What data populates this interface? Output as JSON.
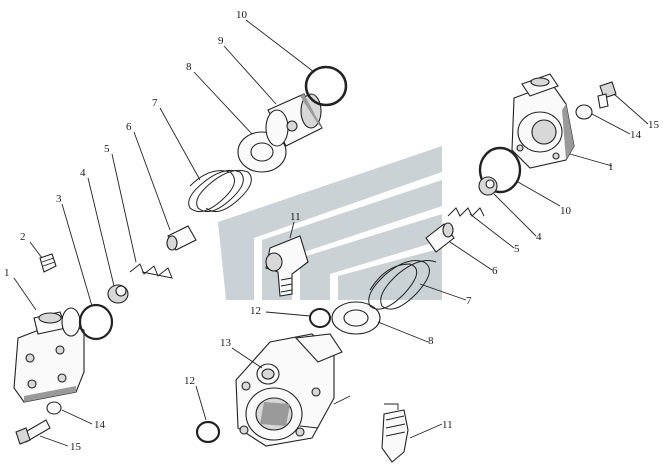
{
  "watermark": {
    "name": "logo-watermark",
    "color": "#b9c3c9"
  },
  "callouts": [
    {
      "key": "c1a",
      "text": "1"
    },
    {
      "key": "c2",
      "text": "2"
    },
    {
      "key": "c3",
      "text": "3"
    },
    {
      "key": "c4a",
      "text": "4"
    },
    {
      "key": "c5a",
      "text": "5"
    },
    {
      "key": "c6a",
      "text": "6"
    },
    {
      "key": "c7a",
      "text": "7"
    },
    {
      "key": "c8a",
      "text": "8"
    },
    {
      "key": "c9",
      "text": "9"
    },
    {
      "key": "c10a",
      "text": "10"
    },
    {
      "key": "c11a",
      "text": "11"
    },
    {
      "key": "c12a",
      "text": "12"
    },
    {
      "key": "c13",
      "text": "13"
    },
    {
      "key": "c12b",
      "text": "12"
    },
    {
      "key": "c14a",
      "text": "14"
    },
    {
      "key": "c15a",
      "text": "15"
    },
    {
      "key": "c15b",
      "text": "15"
    },
    {
      "key": "c14b",
      "text": "14"
    },
    {
      "key": "c1b",
      "text": "1"
    },
    {
      "key": "c10b",
      "text": "10"
    },
    {
      "key": "c4b",
      "text": "4"
    },
    {
      "key": "c5b",
      "text": "5"
    },
    {
      "key": "c6b",
      "text": "6"
    },
    {
      "key": "c7b",
      "text": "7"
    },
    {
      "key": "c8b",
      "text": "8"
    },
    {
      "key": "c11b",
      "text": "11"
    }
  ]
}
